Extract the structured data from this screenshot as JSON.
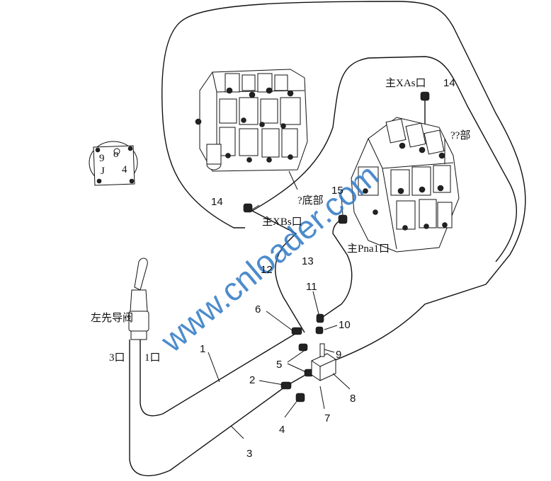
{
  "labels": {
    "main_xas": "主XAs口",
    "main_xbs": "主XBs口",
    "main_pna1": "主Pna1口",
    "bottom": "?底部",
    "top_right": "??部",
    "left_pilot": "左先导阀",
    "port_3": "3口",
    "port_1": "1口",
    "pump_letter": "J",
    "pump_digits_a": "9",
    "pump_digits_b": "4",
    "pump_digits_c": "o"
  },
  "callouts": {
    "n1": "1",
    "n2": "2",
    "n3": "3",
    "n4": "4",
    "n5": "5",
    "n6": "6",
    "n7": "7",
    "n8": "8",
    "n9": "9",
    "n10": "10",
    "n11": "11",
    "n12": "12",
    "n13": "13",
    "n14a": "14",
    "n14b": "14",
    "n15": "15"
  },
  "watermark": "www.cnloader.com",
  "colors": {
    "line": "#111111",
    "watermark": "#2f78c4",
    "background": "#ffffff"
  }
}
